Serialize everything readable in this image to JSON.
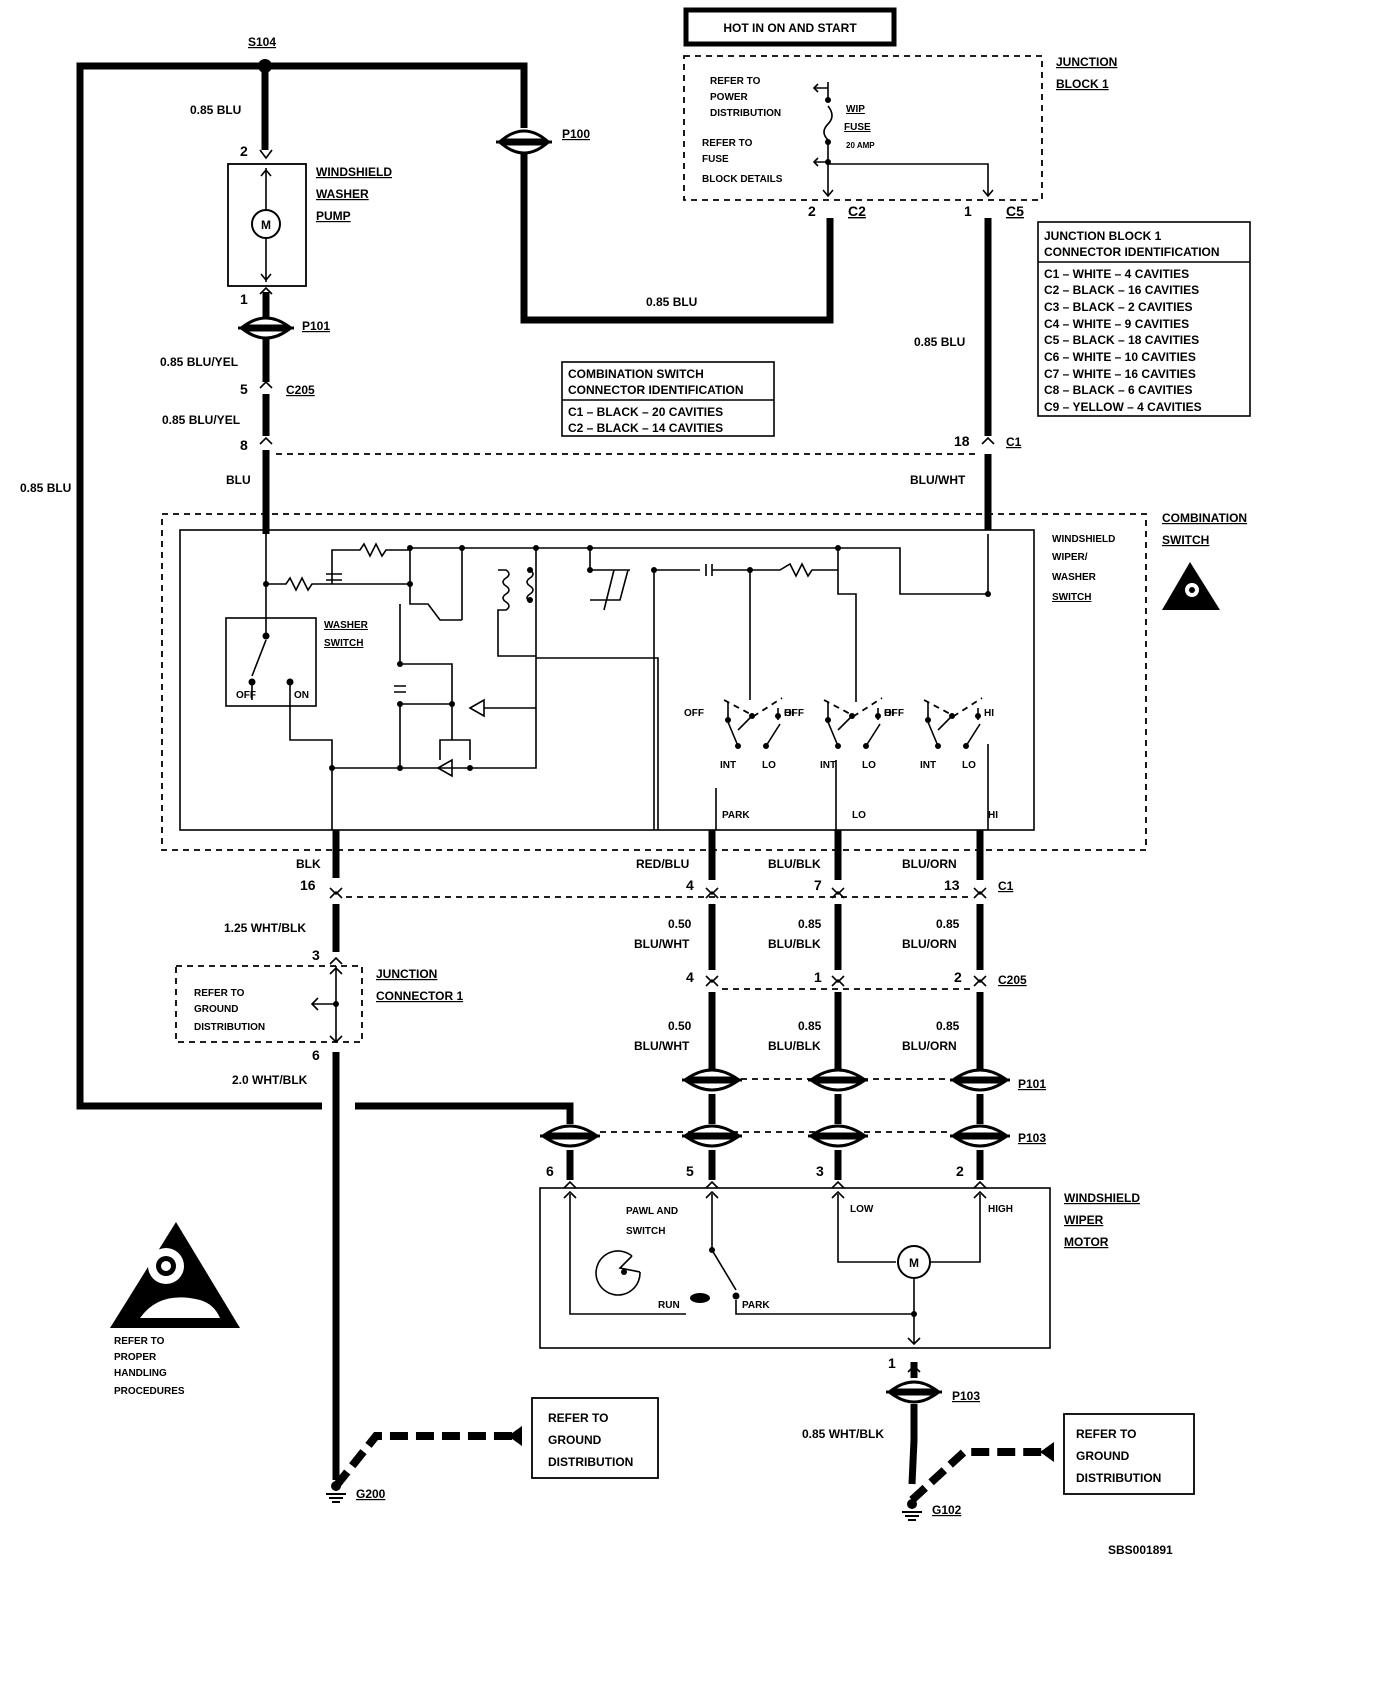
{
  "title_hot": "HOT IN ON AND START",
  "splice_s104": "S104",
  "jb1": {
    "title": [
      "JUNCTION",
      "BLOCK 1"
    ],
    "refer_power": [
      "REFER TO",
      "POWER",
      "DISTRIBUTION"
    ],
    "refer_fuse": [
      "REFER TO",
      "FUSE",
      "BLOCK DETAILS"
    ],
    "fuse_name": [
      "WIP",
      "FUSE"
    ],
    "fuse_amp": "20 AMP",
    "pin_c2": "2",
    "conn_c2": "C2",
    "pin_c5": "1",
    "conn_c5": "C5"
  },
  "jb1_ident": {
    "lines": [
      "JUNCTION BLOCK 1",
      "CONNECTOR IDENTIFICATION",
      "C1 – WHITE – 4 CAVITIES",
      "C2 – BLACK – 16 CAVITIES",
      "C3 – BLACK – 2 CAVITIES",
      "C4 – WHITE – 9 CAVITIES",
      "C5 – BLACK – 18 CAVITIES",
      "C6 – WHITE – 10 CAVITIES",
      "C7 – WHITE – 16 CAVITIES",
      "C8 – BLACK – 6 CAVITIES",
      "C9 – YELLOW – 4 CAVITIES"
    ]
  },
  "combo_ident": {
    "lines": [
      "COMBINATION SWITCH",
      "CONNECTOR IDENTIFICATION",
      "C1 – BLACK – 20 CAVITIES",
      "C2 – BLACK – 14 CAVITIES"
    ]
  },
  "pump": {
    "title": [
      "WINDSHIELD",
      "WASHER",
      "PUMP"
    ],
    "motor": "M",
    "pin_top": "2",
    "pin_bot": "1"
  },
  "wires": {
    "w085blu_a": "0.85 BLU",
    "w085blu_b": "0.85 BLU",
    "w085blu_c": "0.85 BLU",
    "w085blu_left": "0.85 BLU",
    "bluyel1": "0.85 BLU/YEL",
    "bluyel2": "0.85 BLU/YEL",
    "blu": "BLU",
    "bluwht": "BLU/WHT",
    "blk": "BLK",
    "wht_blk_125": "1.25 WHT/BLK",
    "wht_blk_20": "2.0 WHT/BLK",
    "redblu": "RED/BLU",
    "blublk": "BLU/BLK",
    "bluorn": "BLU/ORN",
    "c050a": "0.50",
    "c050b": "BLU/WHT",
    "c085a": "0.85",
    "c085b": "BLU/BLK",
    "c085c": "0.85",
    "c085d": "BLU/ORN",
    "d050a": "0.50",
    "d050b": "BLU/WHT",
    "d085a": "0.85",
    "d085b": "BLU/BLK",
    "d085c": "0.85",
    "d085d": "BLU/ORN",
    "wht_blk_085": "0.85 WHT/BLK"
  },
  "connectors": {
    "p100": "P100",
    "p101": "P101",
    "c205": "C205",
    "c1": "C1",
    "p103": "P103"
  },
  "pins": {
    "c205_5": "5",
    "c1_8": "8",
    "c1_18": "18",
    "c1_16": "16",
    "c1_4": "4",
    "c1_7": "7",
    "c1_13": "13",
    "c205_4": "4",
    "c205_1": "1",
    "c205_2": "2",
    "jc_3": "3",
    "jc_6": "6",
    "p103_6": "6",
    "p103_5": "5",
    "p103_3": "3",
    "p103_2": "2",
    "p103_1": "1"
  },
  "combo": {
    "title": [
      "COMBINATION",
      "SWITCH"
    ],
    "wiper_title": [
      "WINDSHIELD",
      "WIPER/",
      "WASHER",
      "SWITCH"
    ],
    "washer_switch": [
      "WASHER",
      "SWITCH"
    ],
    "off": "OFF",
    "on": "ON",
    "sw_labels": [
      "OFF",
      "HI",
      "OFF",
      "HI",
      "OFF",
      "HI"
    ],
    "sw_low": [
      "INT",
      "LO",
      "INT",
      "LO",
      "INT",
      "LO"
    ],
    "park": "PARK",
    "lo": "LO",
    "hi": "HI"
  },
  "jconn": {
    "title": [
      "JUNCTION",
      "CONNECTOR 1"
    ],
    "refer": [
      "REFER TO",
      "GROUND",
      "DISTRIBUTION"
    ]
  },
  "motor": {
    "title": [
      "WINDSHIELD",
      "WIPER",
      "MOTOR"
    ],
    "pawl": [
      "PAWL AND",
      "SWITCH"
    ],
    "low": "LOW",
    "high": "HIGH",
    "run": "RUN",
    "park": "PARK",
    "m": "M"
  },
  "grounds": {
    "g200": "G200",
    "g102": "G102",
    "refer1": [
      "REFER TO",
      "GROUND",
      "DISTRIBUTION"
    ],
    "refer2": [
      "REFER TO",
      "GROUND",
      "DISTRIBUTION"
    ]
  },
  "esd": {
    "refer": [
      "REFER TO",
      "PROPER",
      "HANDLING",
      "PROCEDURES"
    ]
  },
  "code": "SBS001891"
}
